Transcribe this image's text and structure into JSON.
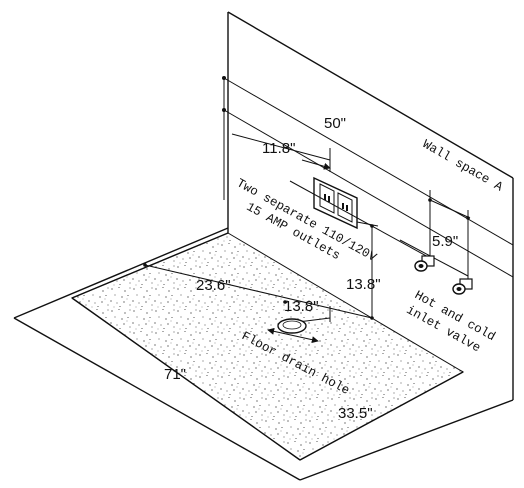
{
  "dimensions": {
    "wall_width": "50\"",
    "outlet_offset": "11.8\"",
    "valve_spacing": "5.9\"",
    "outlet_height": "13.8\"",
    "floor_strip_depth": "23.6\"",
    "drain_offset": "13.8\"",
    "floor_length": "71\"",
    "floor_width": "33.5\""
  },
  "labels": {
    "wall": "Wall space A",
    "outlets_line1": "Two separate 110/120V",
    "outlets_line2": "15 AMP outlets",
    "valves_line1": "Hot and cold",
    "valves_line2": "inlet valve",
    "drain": "Floor drain hole"
  },
  "colors": {
    "line": "#111111",
    "background": "#ffffff"
  }
}
